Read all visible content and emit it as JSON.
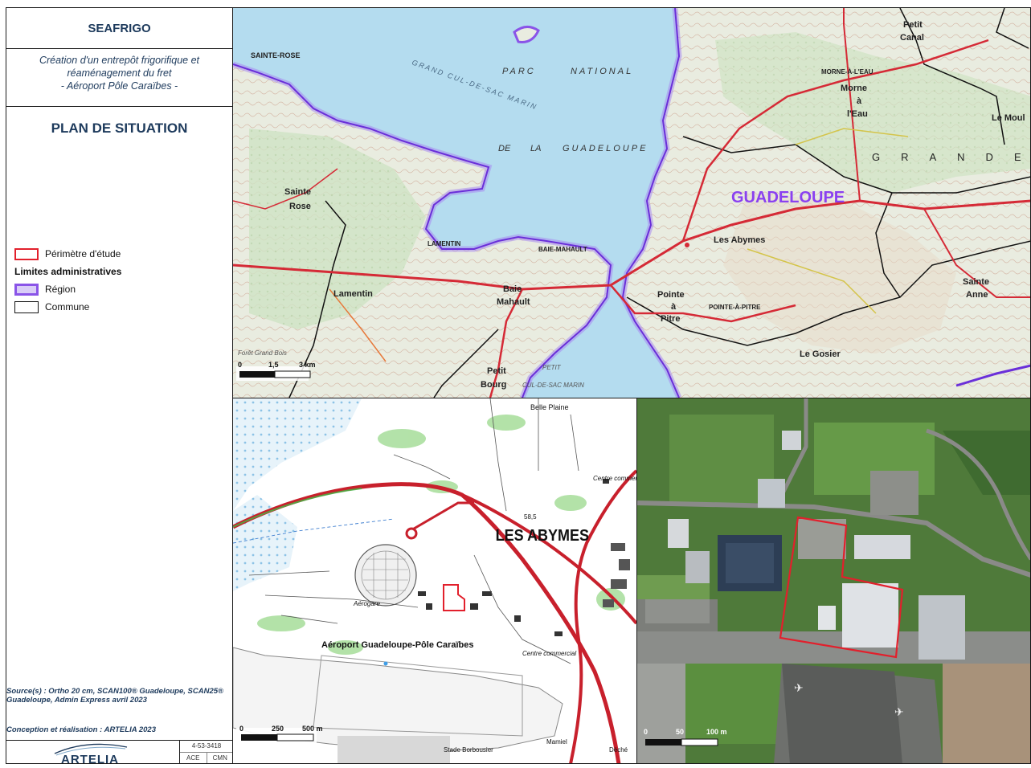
{
  "header": {
    "project": "SEAFRIGO",
    "description_lines": [
      "Création d'un entrepôt frigorifique et",
      "réaménagement du fret",
      "- Aéroport Pôle Caraïbes -"
    ],
    "plan_title": "PLAN DE SITUATION"
  },
  "legend": {
    "perimeter_label": "Périmètre d'étude",
    "admin_title": "Limites administratives",
    "region_label": "Région",
    "commune_label": "Commune",
    "colors": {
      "perimeter": "#e2202c",
      "region": "#8a54e8",
      "commune": "#111111"
    }
  },
  "footer": {
    "source": "Source(s) : Ortho 20 cm, SCAN100® Guadeloupe, SCAN25® Guadeloupe, Admin Express avril 2023",
    "source_line1": "Source(s) : Ortho 20 cm, SCAN100® Guadeloupe, SCAN25®",
    "source_line2": "Guadeloupe, Admin Express avril 2023",
    "conception": "Conception et réalisation : ARTELIA 2023",
    "company": "ARTELIA",
    "ref_number": "4-53-3418",
    "ref_code1": "ACE",
    "ref_code2": "CMN"
  },
  "map_top": {
    "region_name": "GUADELOUPE",
    "park_name": [
      "PARC",
      "NATIONAL",
      "DE",
      "LA",
      "GUADELOUPE"
    ],
    "bay_name": "GRAND CUL-DE-SAC MARIN",
    "places": [
      "SAINTE-ROSE",
      "Sainte",
      "Rose",
      "Lamentin",
      "LAMENTIN",
      "Baie",
      "Mahault",
      "BAIE-MAHAULT",
      "Petit",
      "Bourg",
      "Pointe",
      "à",
      "Pitre",
      "POINTE-À-PITRE",
      "Les Abymes",
      "MORNE-À-L'EAU",
      "Morne",
      "à",
      "l'Eau",
      "Petit",
      "Canal",
      "Le Moul",
      "Sainte",
      "Anne",
      "Le Gosier",
      "GRANDE",
      "PETIT",
      "CUL-DE-SAC MARIN",
      "Forêt Grand Bois"
    ],
    "scale_labels": [
      "0",
      "1,5",
      "3 km"
    ]
  },
  "map_bottom_left": {
    "town": "LES ABYMES",
    "airport": "Aéroport Guadeloupe-Pôle Caraïbes",
    "labels": [
      "Belle Plaine",
      "Centre commercial",
      "Aérogare",
      "Centre commercial",
      "Stade Borbousier",
      "Mamiel",
      "Déché",
      "58,5"
    ],
    "scale_labels": [
      "0",
      "250",
      "500 m"
    ]
  },
  "map_bottom_right": {
    "scale_labels": [
      "0",
      "50",
      "100 m"
    ]
  }
}
